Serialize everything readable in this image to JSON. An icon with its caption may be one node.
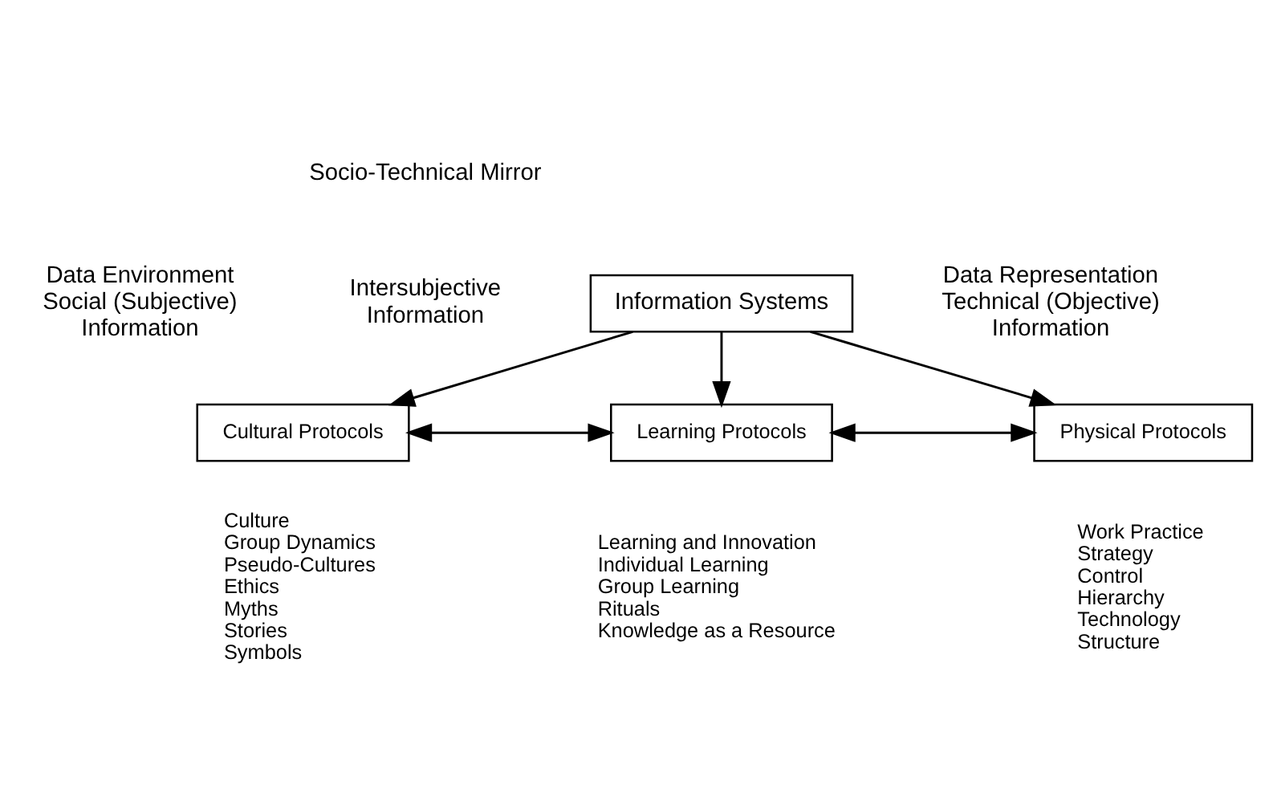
{
  "diagram": {
    "nodes": [
      {
        "text": [
          "Information Systems"
        ]
      },
      {
        "text": [
          "Cultural Protocols"
        ],
        "beside": [
          "Culture",
          "Group Dynamics",
          "Pseudo-Cultures",
          "Ethics",
          "Myths",
          "Stories",
          "Symbols"
        ]
      },
      {
        "text": [
          "Learning Protocols"
        ],
        "beside": [
          "Learning and Innovation",
          "Individual Learning",
          "Group Learning",
          "Rituals",
          "Knowledge as a Resource"
        ]
      },
      {
        "text": [
          "Physical Protocols"
        ],
        "beside": [
          "Work Practice",
          "Strategy",
          "Control",
          "Hierarchy",
          "Technology",
          "Structure"
        ]
      }
    ],
    "edges": [
      {
        "from": 0,
        "to": 1,
        "arrow": "to"
      },
      {
        "from": 0,
        "to": 2,
        "arrow": "to"
      },
      {
        "from": 0,
        "to": 3,
        "arrow": "to"
      },
      {
        "from": 1,
        "to": 2,
        "arrow": "both"
      },
      {
        "from": 2,
        "to": 3,
        "arrow": "both"
      }
    ],
    "labels": [
      "Socio-Technical Mirror",
      "Data Environment Social (Subjective) Information",
      "Data Representation Technical (Objective) Information",
      "Intersubjective Information"
    ]
  }
}
